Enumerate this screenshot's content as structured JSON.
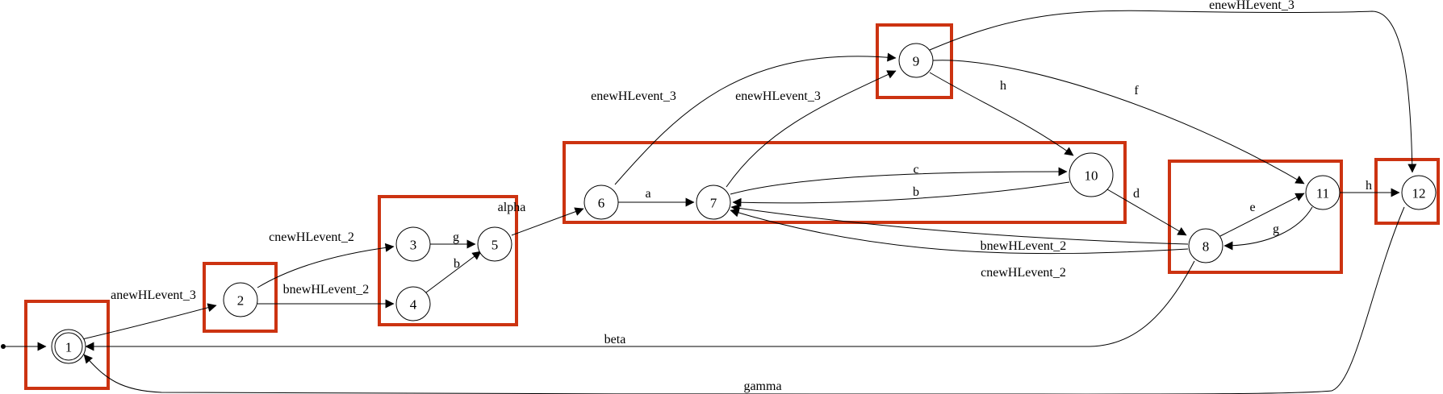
{
  "colors": {
    "cluster_border": "#cc3311",
    "stroke": "#000000",
    "background": "#ffffff"
  },
  "nodes": [
    {
      "id": "1",
      "label": "1",
      "accepting": true
    },
    {
      "id": "2",
      "label": "2"
    },
    {
      "id": "3",
      "label": "3"
    },
    {
      "id": "4",
      "label": "4"
    },
    {
      "id": "5",
      "label": "5"
    },
    {
      "id": "6",
      "label": "6"
    },
    {
      "id": "7",
      "label": "7"
    },
    {
      "id": "8",
      "label": "8"
    },
    {
      "id": "9",
      "label": "9"
    },
    {
      "id": "10",
      "label": "10"
    },
    {
      "id": "11",
      "label": "11"
    },
    {
      "id": "12",
      "label": "12"
    }
  ],
  "initial_state": "1",
  "edges": [
    {
      "from": "1",
      "to": "2",
      "label": "anewHLevent_3"
    },
    {
      "from": "2",
      "to": "3",
      "label": "cnewHLevent_2"
    },
    {
      "from": "2",
      "to": "4",
      "label": "bnewHLevent_2"
    },
    {
      "from": "3",
      "to": "5",
      "label": "g"
    },
    {
      "from": "4",
      "to": "5",
      "label": "b"
    },
    {
      "from": "5",
      "to": "6",
      "label": "alpha"
    },
    {
      "from": "6",
      "to": "7",
      "label": "a"
    },
    {
      "from": "6",
      "to": "9",
      "label": "enewHLevent_3"
    },
    {
      "from": "7",
      "to": "9",
      "label": "enewHLevent_3"
    },
    {
      "from": "7",
      "to": "10",
      "label": "c"
    },
    {
      "from": "10",
      "to": "7",
      "label": "b"
    },
    {
      "from": "10",
      "to": "8",
      "label": "d"
    },
    {
      "from": "9",
      "to": "10",
      "label": "h"
    },
    {
      "from": "9",
      "to": "11",
      "label": "f"
    },
    {
      "from": "9",
      "to": "12",
      "label": "enewHLevent_3"
    },
    {
      "from": "8",
      "to": "7",
      "label": "bnewHLevent_2"
    },
    {
      "from": "8",
      "to": "7",
      "label": "cnewHLevent_2"
    },
    {
      "from": "8",
      "to": "11",
      "label": "e"
    },
    {
      "from": "11",
      "to": "8",
      "label": "g"
    },
    {
      "from": "11",
      "to": "12",
      "label": "h"
    },
    {
      "from": "8",
      "to": "1",
      "label": "beta"
    },
    {
      "from": "12",
      "to": "1",
      "label": "gamma"
    }
  ],
  "clusters": [
    {
      "members": [
        "1"
      ]
    },
    {
      "members": [
        "2"
      ]
    },
    {
      "members": [
        "3",
        "4",
        "5"
      ]
    },
    {
      "members": [
        "6",
        "7",
        "10"
      ]
    },
    {
      "members": [
        "9"
      ]
    },
    {
      "members": [
        "8",
        "11"
      ]
    },
    {
      "members": [
        "12"
      ]
    }
  ]
}
